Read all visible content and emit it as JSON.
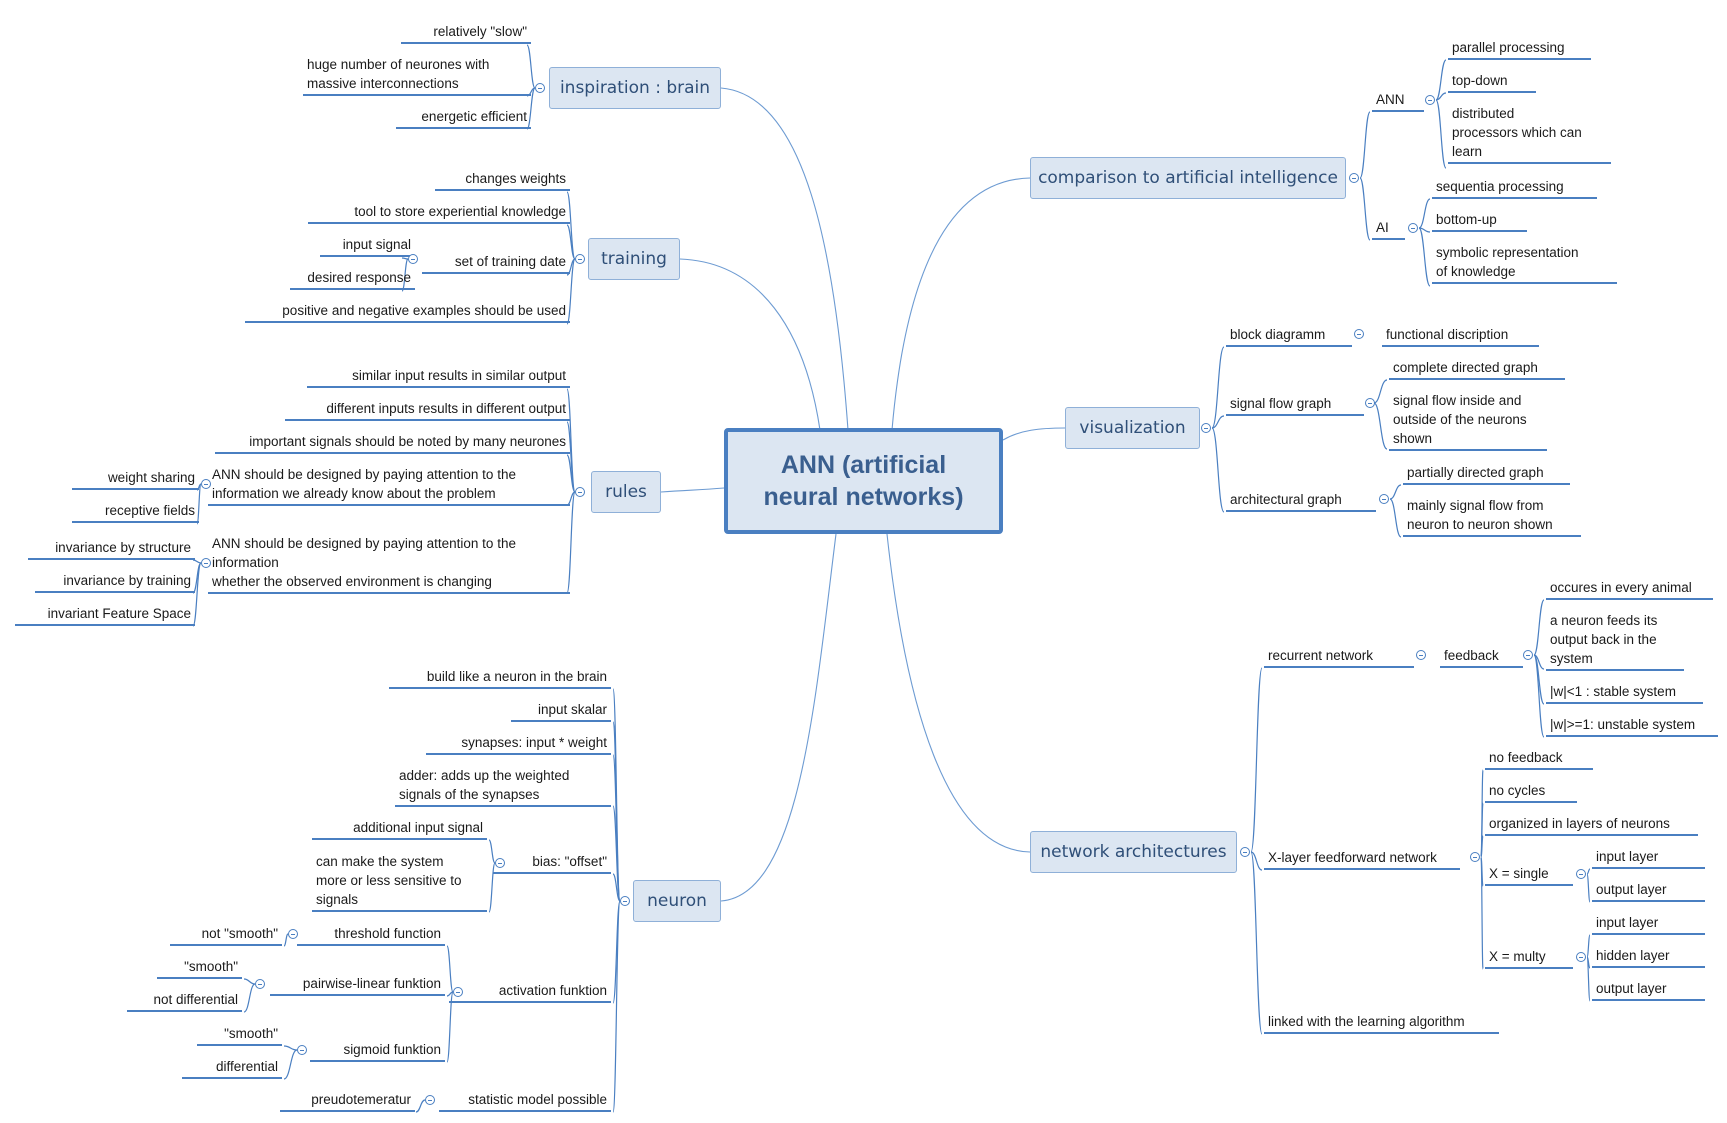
{
  "central": "ANN (artificial neural networks)",
  "inspiration": {
    "title": "inspiration : brain",
    "items": [
      "relatively \"slow\"",
      "huge number of neurones with\nmassive interconnections",
      "energetic efficient"
    ]
  },
  "training": {
    "title": "training",
    "changes": "changes weights",
    "tool": "tool to store experiential knowledge",
    "set": "set of training date",
    "input_signal": "input signal",
    "desired": "desired response",
    "positive": "positive and negative examples should be used"
  },
  "rules": {
    "title": "rules",
    "similar": "similar input results in similar output",
    "different": "different inputs results in different output",
    "important": "important signals should be noted by many neurones",
    "designed_known": "ANN should be designed by paying attention to the\ninformation we already know about the problem",
    "weight_sharing": "weight sharing",
    "receptive": "receptive fields",
    "designed_env": "ANN should be designed by paying attention to the\ninformation\nwhether the observed environment is changing",
    "inv_structure": "invariance by structure",
    "inv_training": "invariance by training",
    "inv_feature": "invariant Feature Space"
  },
  "neuron": {
    "title": "neuron",
    "build": "build like a neuron in the brain",
    "input_skalar": "input skalar",
    "synapses": "synapses: input * weight",
    "adder": "adder: adds up the weighted\nsignals of the synapses",
    "bias": "bias: \"offset\"",
    "additional": "additional input signal",
    "sensitive": "can make the system\nmore or less sensitive to\nsignals",
    "activation": "activation funktion",
    "threshold": "threshold function",
    "not_smooth": "not \"smooth\"",
    "pairwise": "pairwise-linear funktion",
    "smooth1": "\"smooth\"",
    "not_differential": "not differential",
    "sigmoid": "sigmoid funktion",
    "smooth2": "\"smooth\"",
    "differential": "differential",
    "statistic": "statistic model possible",
    "preudo": "preudotemeratur"
  },
  "comparison": {
    "title": "comparison to artificial intelligence",
    "ann": "ANN",
    "parallel": "parallel processing",
    "topdown": "top-down",
    "distributed": "distributed\nprocessors which can\nlearn",
    "ai": "AI",
    "sequentia": "sequentia processing",
    "bottomup": "bottom-up",
    "symbolic": "symbolic representation\nof knowledge"
  },
  "visualization": {
    "title": "visualization",
    "block": "block diagramm",
    "functional": "functional discription",
    "signal_flow": "signal flow graph",
    "complete": "complete directed graph",
    "signal_inside": "signal flow inside and\noutside of the neurons\nshown",
    "architectural": "architectural graph",
    "partially": "partially directed graph",
    "mainly": "mainly signal flow from\nneuron to neuron shown"
  },
  "architectures": {
    "title": "network architectures",
    "recurrent": "recurrent network",
    "feedback": "feedback",
    "occures": "occures in every animal",
    "feeds": "a neuron feeds its\noutput back in the\nsystem",
    "stable": "|w|<1 : stable system",
    "unstable": "|w|>=1: unstable system",
    "xlayer": "X-layer feedforward network",
    "no_feedback": "no feedback",
    "no_cycles": "no cycles",
    "organized": "organized in layers of neurons",
    "single": "X = single",
    "s_input": "input layer",
    "s_output": "output layer",
    "multy": "X = multy",
    "m_input": "input layer",
    "m_hidden": "hidden layer",
    "m_output": "output layer",
    "linked": "linked with the learning algorithm"
  }
}
